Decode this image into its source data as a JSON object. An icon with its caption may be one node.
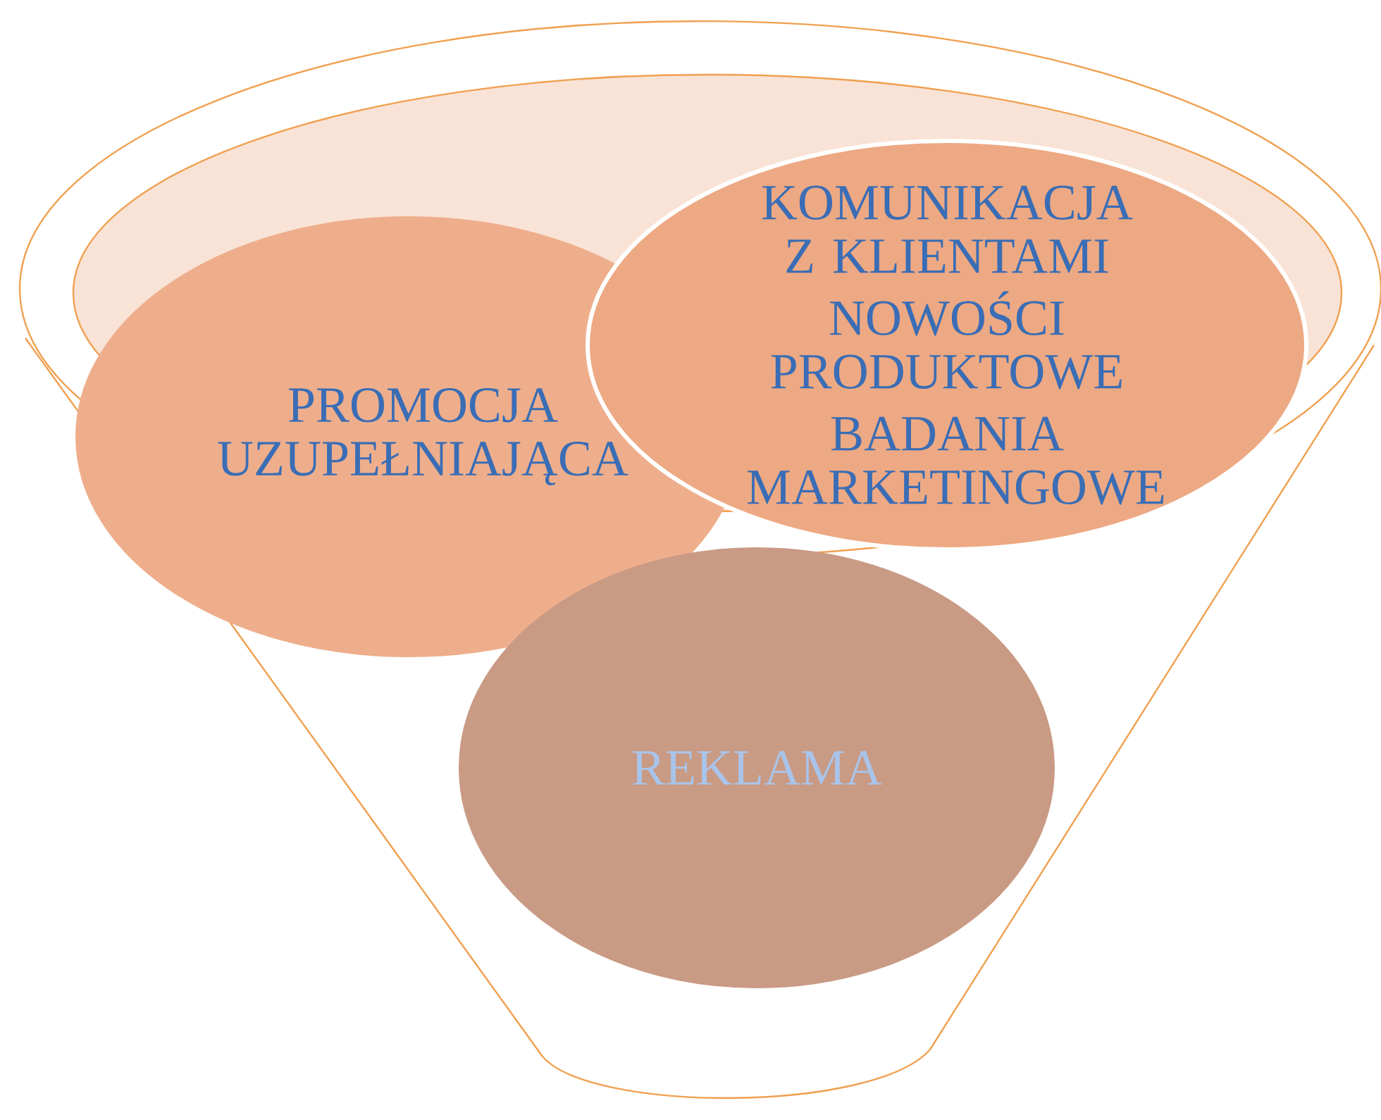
{
  "diagram": {
    "nodes": [
      {
        "text": [
          "PROMOCJA UZUPEŁNIAJĄCA"
        ]
      },
      {
        "text": [
          "KOMUNIKACJA Z KLIENTAMI",
          "NOWOŚCI PRODUKTOWE",
          "BADANIA MARKETINGOWE"
        ]
      },
      {
        "text": [
          "REKLAMA"
        ]
      }
    ]
  }
}
